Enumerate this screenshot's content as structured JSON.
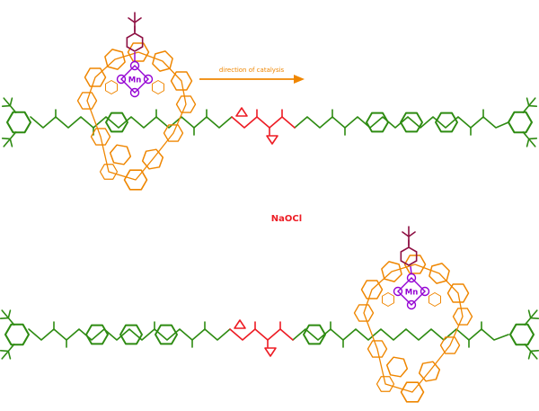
{
  "scheme": {
    "arrow_label": "direction of catalysis",
    "reagent_label": "NaOCl",
    "metal_label": "Mn",
    "colors": {
      "background": "#ffffff",
      "polymer": "#2e8b12",
      "epoxidized": "#ed1c24",
      "macrocycle": "#ef8600",
      "porphyrin_metal": "#9400d3",
      "axial_ligand": "#8e1043",
      "arrow": "#ef8600",
      "reagent_text": "#ed1c24"
    }
  }
}
